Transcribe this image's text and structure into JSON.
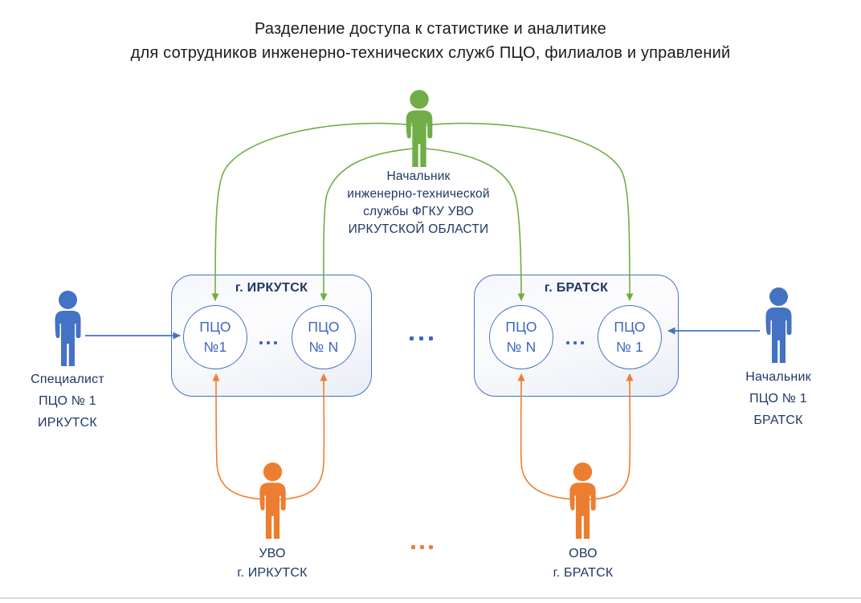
{
  "title": {
    "line1": "Разделение доступа к статистике и аналитике",
    "line2": "для сотрудников инженерно-технических служб ПЦО, филиалов и управлений"
  },
  "actors": {
    "chief_its": {
      "label": "Начальник\nинженерно-технической\nслужбы ФГКУ УВО\nИРКУТСКОЙ ОБЛАСТИ",
      "icon": "person-icon",
      "color": "#70AD47"
    },
    "specialist_irkutsk": {
      "label": "Специалист\nПЦО № 1\nИРКУТСК",
      "icon": "person-icon",
      "color": "#4472C4"
    },
    "chief_bratsk": {
      "label": "Начальник\nПЦО № 1\nБРАТСК",
      "icon": "person-icon",
      "color": "#4472C4"
    },
    "uvo_irkutsk": {
      "label": "УВО\nг. ИРКУТСК",
      "icon": "person-icon",
      "color": "#ED7D31"
    },
    "ovo_bratsk": {
      "label": "ОВО\nг. БРАТСК",
      "icon": "person-icon",
      "color": "#ED7D31"
    }
  },
  "groups": {
    "irkutsk": {
      "title": "г. ИРКУТСК",
      "nodes": [
        {
          "label": "ПЦО\n№1"
        },
        {
          "label": "ПЦО\n№ N"
        }
      ]
    },
    "bratsk": {
      "title": "г. БРАТСК",
      "nodes": [
        {
          "label": "ПЦО\n№ N"
        },
        {
          "label": "ПЦО\n№ 1"
        }
      ]
    }
  },
  "ellipsis": {
    "irkutsk_nodes": "...",
    "bratsk_nodes": "...",
    "between_groups": "...",
    "between_filials": "..."
  },
  "colors": {
    "green_actor": "#70AD47",
    "blue_actor": "#4472C4",
    "orange_actor": "#ED7D31",
    "label_navy": "#1F3864",
    "node_text_blue": "#3A66C1",
    "box_border_blue": "#4472C4",
    "divider_gray": "#D8D8DD"
  }
}
